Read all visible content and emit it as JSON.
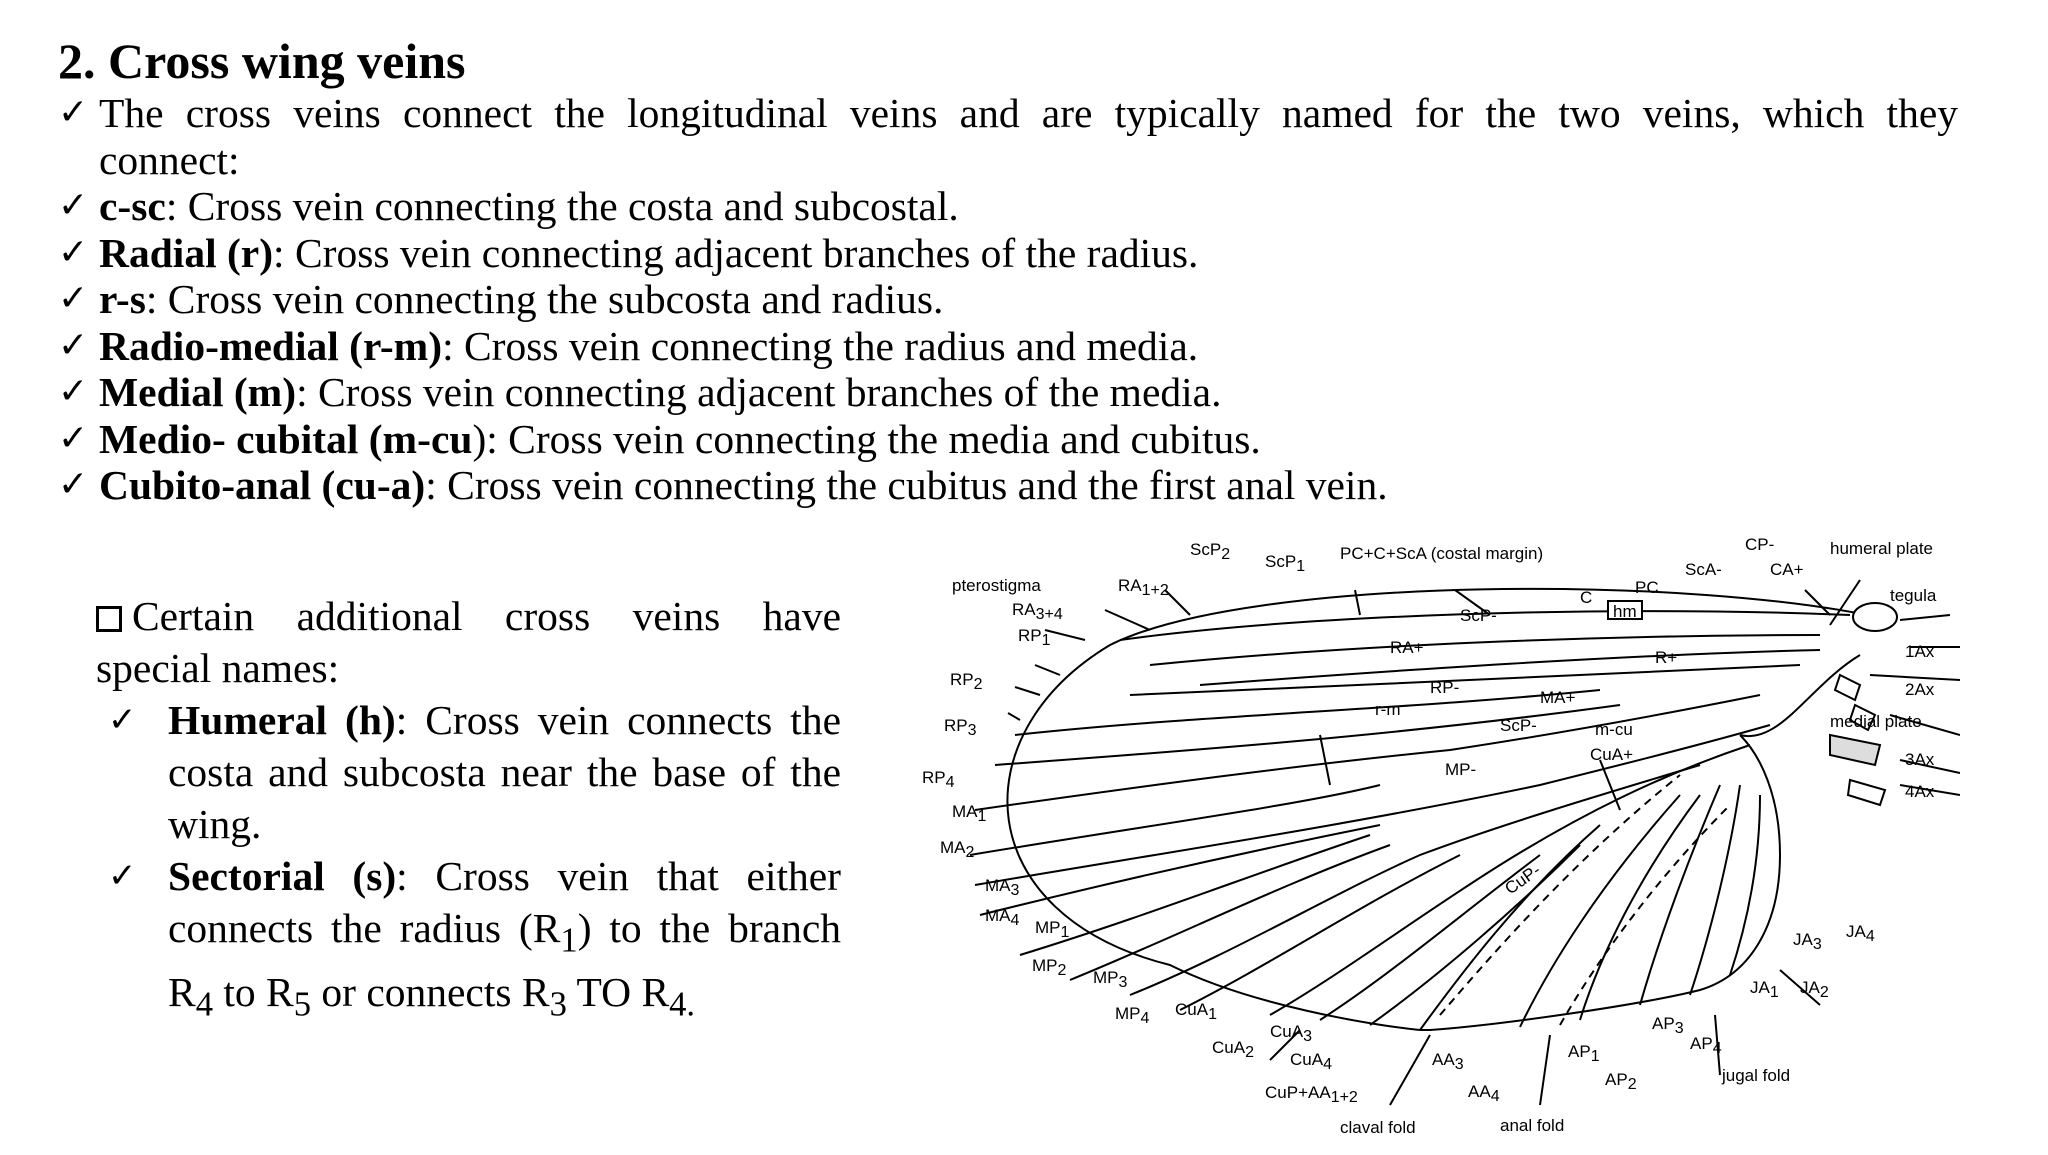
{
  "title": "2.  Cross wing veins",
  "intro": {
    "line1": "The cross veins connect the longitudinal veins and are typically named for the two veins, which they",
    "line2": "connect:"
  },
  "veins": [
    {
      "term": "c-sc",
      "desc": ": Cross vein connecting the costa and subcostal."
    },
    {
      "term": "Radial (r)",
      "desc": ": Cross vein connecting adjacent branches of the radius."
    },
    {
      "term": "r-s",
      "desc": ": Cross vein connecting the subcosta and radius."
    },
    {
      "term": "Radio-medial (r-m)",
      "desc": ": Cross vein connecting the radius and media."
    },
    {
      "term": "Medial (m)",
      "desc": ": Cross vein connecting adjacent branches of the media."
    },
    {
      "term": "Medio- cubital (m-cu",
      "desc": "): Cross vein connecting the media and cubitus."
    },
    {
      "term": "Cubito-anal (cu-a)",
      "desc": ": Cross vein connecting the cubitus and the first anal vein."
    }
  ],
  "special": {
    "lead_line1": "Certain additional cross veins have",
    "lead_line2": "special names:",
    "items": [
      {
        "term": "Humeral (h)",
        "rows": [
          ": Cross vein connects the",
          "costa and subcosta near the base of the",
          "wing."
        ]
      },
      {
        "term": "Sectorial (s)",
        "rows": [
          ": Cross vein that either",
          "connects the radius (R",
          "1",
          ") to the branch",
          "R",
          "4",
          " to R",
          "5",
          " or connects R",
          "3",
          " TO R",
          "4."
        ]
      }
    ]
  },
  "diagram_labels": {
    "scp2": "ScP",
    "scp2_sub": "2",
    "scp1": "ScP",
    "scp1_sub": "1",
    "costal": "PC+C+ScA (costal margin)",
    "cp": "CP-",
    "humeral_plate": "humeral plate",
    "sca": "ScA-",
    "ca": "CA+",
    "tegula": "tegula",
    "pterostigma": "pterostigma",
    "ra12": "RA",
    "ra12_sub": "1+2",
    "ra34": "RA",
    "ra34_sub": "3+4",
    "rp1": "RP",
    "rp1_sub": "1",
    "rp2": "RP",
    "rp2_sub": "2",
    "rp3": "RP",
    "rp3_sub": "3",
    "rp4": "RP",
    "rp4_sub": "4",
    "pc": "PC",
    "c": "C",
    "hm": "hm",
    "scp": "ScP-",
    "ra": "RA+",
    "r": "R+",
    "ax1": "1Ax",
    "ax2": "2Ax",
    "rp": "RP-",
    "ma_plus": "MA+",
    "rm": "r-m",
    "medial_plate": "medial plate",
    "mcu": "m-cu",
    "cua_plus": "CuA+",
    "ax3": "3Ax",
    "ax4": "4Ax",
    "mp": "MP-",
    "ma1": "MA",
    "ma1_sub": "1",
    "ma2": "MA",
    "ma2_sub": "2",
    "ma3": "MA",
    "ma3_sub": "3",
    "ma4": "MA",
    "ma4_sub": "4",
    "mp1": "MP",
    "mp1_sub": "1",
    "mp2": "MP",
    "mp2_sub": "2",
    "mp3": "MP",
    "mp3_sub": "3",
    "mp4": "MP",
    "mp4_sub": "4",
    "cup": "CuP-",
    "cua1": "CuA",
    "cua1_sub": "1",
    "cua2": "CuA",
    "cua2_sub": "2",
    "cua3": "CuA",
    "cua3_sub": "3",
    "cua4": "CuA",
    "cua4_sub": "4",
    "cup_aa": "CuP+AA",
    "cup_aa_sub": "1+2",
    "aa3": "AA",
    "aa3_sub": "3",
    "aa4": "AA",
    "aa4_sub": "4",
    "ap1": "AP",
    "ap1_sub": "1",
    "ap2": "AP",
    "ap2_sub": "2",
    "ap3": "AP",
    "ap3_sub": "3",
    "ap4": "AP",
    "ap4_sub": "4",
    "ja1": "JA",
    "ja1_sub": "1",
    "ja2": "JA",
    "ja2_sub": "2",
    "ja3": "JA",
    "ja3_sub": "3",
    "ja4": "JA",
    "ja4_sub": "4",
    "jugal_fold": "jugal fold",
    "claval_fold": "claval fold",
    "anal_fold": "anal fold"
  }
}
